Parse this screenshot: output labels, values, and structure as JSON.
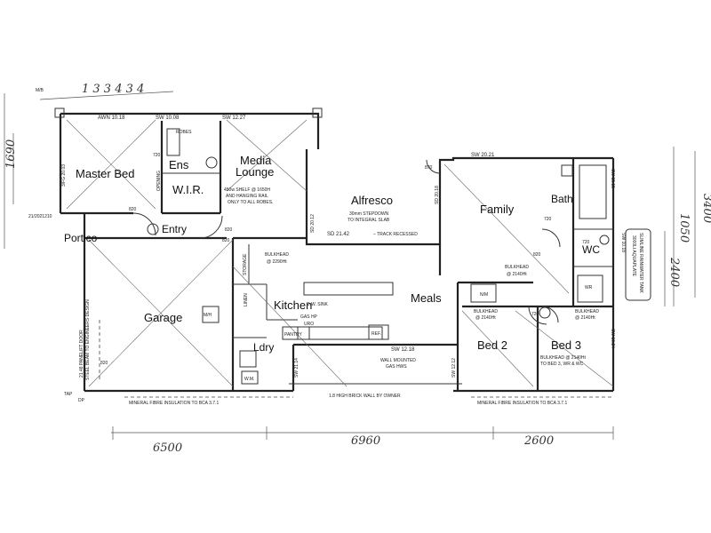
{
  "rooms": {
    "master_bed": "Master Bed",
    "ens": "Ens",
    "wir": "W.I.R.",
    "media": "Media",
    "lounge": "Lounge",
    "alfresco": "Alfresco",
    "family": "Family",
    "bath": "Bath",
    "wc": "WC",
    "portico": "Portico",
    "entry": "Entry",
    "garage": "Garage",
    "kitchen": "Kitchen",
    "meals": "Meals",
    "ldry": "Ldry",
    "bed2": "Bed 2",
    "bed3": "Bed 3"
  },
  "windows": {
    "awn": "AWN 10.18",
    "sw1": "SW 10.08",
    "sw2": "SW 12.27",
    "sw3": "SW 20.21",
    "sw4": "SW 15.15",
    "sd1": "SD 20.12",
    "sd2": "SD 20.18",
    "sd3": "SD 21.42",
    "sw5": "SW 21.14",
    "sw6": "SW 12.18",
    "sw7": "SW 12.12",
    "sw8": "SW 10.24",
    "sw9": "SW 10.18",
    "fw": "3/FG 20.03",
    "fw2": "21/2021210"
  },
  "notes": {
    "shelf1": "450w SHELF @ 1650H",
    "shelf2": "AND HANGING RAIL",
    "shelf3": "ONLY TO ALL ROBES.",
    "stepdown1": "30mm STEPDOWN",
    "stepdown2": "TO INTEGRAL SLAB",
    "track": "– TRACK RECESSED",
    "bulkhead_garage": "BULKHEAD",
    "bulkhead_garage2": "@ 2290Ht",
    "bulkhead_family": "BULKHEAD",
    "bulkhead_family2": "@ 2140Ht",
    "bulkhead_bed2": "BULKHEAD",
    "bulkhead_bed2b": "@ 2140Ht",
    "bulkhead_bed3": "BULKHEAD",
    "bulkhead_bed3b": "@ 2140Ht",
    "bulkhead_bed3c": "BULKHEAD @ 2140Ht",
    "bulkhead_bed3d": "TO BED 3, WR & WC",
    "dw_sink": "D.W. SINK",
    "gas_hp": "GAS HP",
    "uro": "URO",
    "pantry": "PANTRY",
    "ref": "REF.",
    "wall_gas1": "WALL MOUNTED",
    "wall_gas2": "GAS HWS",
    "brick_wall": "1.8 HIGH BRICK WALL BY OWNER",
    "insul1": "MINERAL FIBRE INSULATION TO BCA 3.7.1",
    "insul2": "MINERAL FIBRE INSULATION TO BCA 3.7.1",
    "garage_door": "21.48 PANELIFT DOOR",
    "steel_beam": "STEEL BEAM TO ENGINEERS DESIGN",
    "mh": "M/H",
    "linen": "LINEN",
    "wm": "W.M.",
    "storage": "STORAGE",
    "robes": "ROBES",
    "opening": "OPENING",
    "rain_tank1": "3000Lt AQUAPLATE",
    "rain_tank2": "SLIMLINE RAINWATER TANK",
    "tap": "TAP",
    "dp": "DP",
    "mb": "M/B",
    "wr": "WR",
    "nm": "N/M"
  },
  "door_labels": [
    "820",
    "720",
    "820",
    "870",
    "820",
    "820",
    "720",
    "720",
    "720",
    "820"
  ],
  "dimensions": {
    "left_a": "1690",
    "right_a": "1050",
    "right_b": "3400",
    "right_c": "2400",
    "bottom_a": "6500",
    "bottom_b": "6960",
    "bottom_c": "2600",
    "top_ticks": "1 3 3 4 3 4"
  }
}
